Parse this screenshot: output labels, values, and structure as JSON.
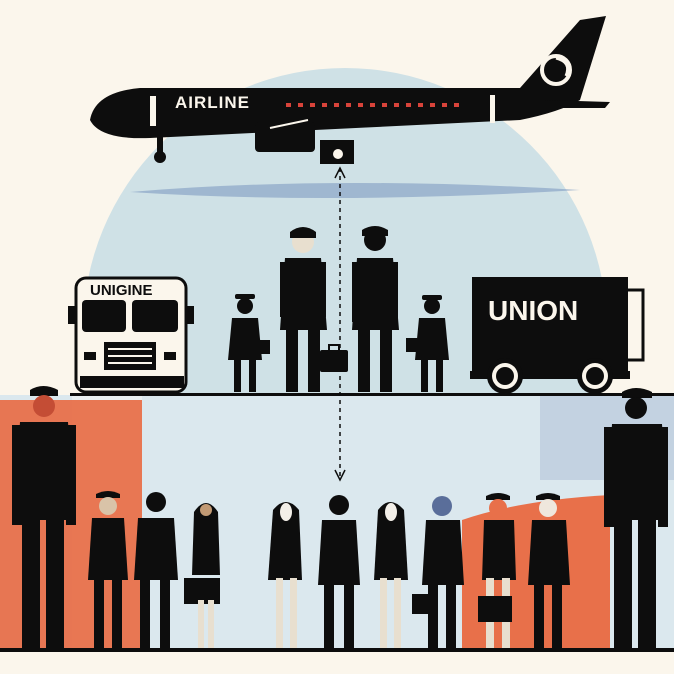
{
  "labels": {
    "plane": "AIRLINE",
    "bus": "UNIGINE",
    "truck": "UNION"
  },
  "colors": {
    "background": "#fbf6ec",
    "ink": "#0d0d0d",
    "sky_circle": "#cfe1e6",
    "accent_orange": "#e8704a",
    "accent_blue": "#8fa8c8",
    "window_red": "#d8433a"
  },
  "icons": [
    "airplane",
    "bus",
    "truck",
    "briefcase",
    "dashed-arrow"
  ]
}
